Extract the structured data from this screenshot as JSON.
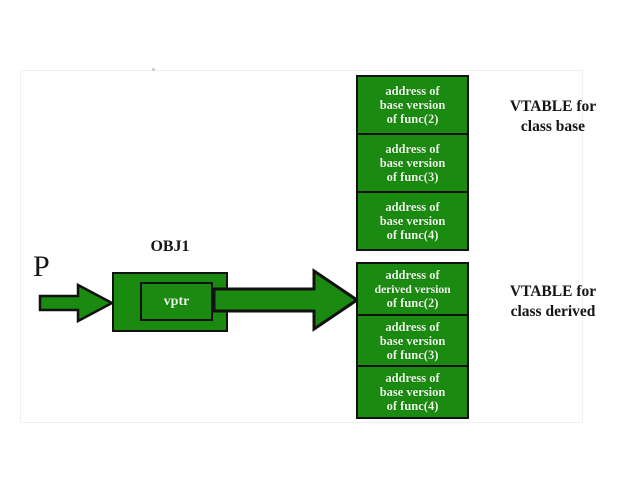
{
  "diagram": {
    "title": "C++ virtual table (vtable) dispatch diagram",
    "colors": {
      "green_fill": "#1a8a10",
      "outline": "#111111",
      "cell_text": "#e9f7e4",
      "label_text": "#151515",
      "background": "#ffffff",
      "frame_border": "#f0f0f0"
    },
    "pointer": {
      "label": "P"
    },
    "object": {
      "label": "OBJ1",
      "member_label": "vptr"
    },
    "arrows": [
      {
        "name": "p-to-obj1",
        "from": "P",
        "to": "OBJ1"
      },
      {
        "name": "vptr-to-vtable",
        "from": "vptr",
        "to": "VTABLE for class derived"
      }
    ],
    "vtables": [
      {
        "id": "base",
        "caption_line1": "VTABLE for",
        "caption_line2": "class base",
        "entries": [
          {
            "line1": "address of",
            "line2": "base version",
            "line3": "of func(2)"
          },
          {
            "line1": "address of",
            "line2": "base version",
            "line3": "of func(3)"
          },
          {
            "line1": "address of",
            "line2": "base version",
            "line3": "of func(4)"
          }
        ]
      },
      {
        "id": "derived",
        "caption_line1": "VTABLE for",
        "caption_line2": "class derived",
        "entries": [
          {
            "line1": "address of",
            "line2": "derived version",
            "line3": "of func(2)"
          },
          {
            "line1": "address of",
            "line2": "base version",
            "line3": "of func(3)"
          },
          {
            "line1": "address of",
            "line2": "base version",
            "line3": "of func(4)"
          }
        ]
      }
    ]
  }
}
